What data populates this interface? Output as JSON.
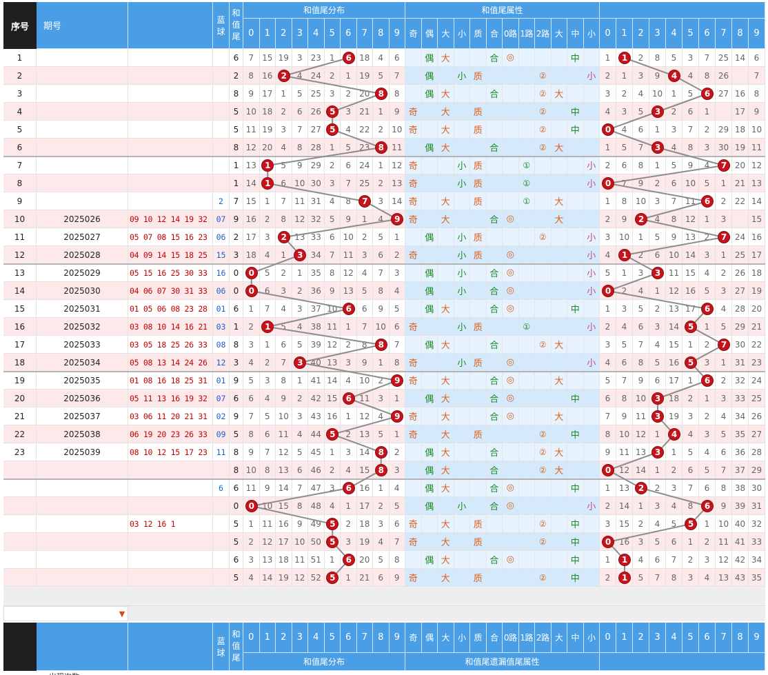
{
  "header": {
    "seq": "序号",
    "period": "期号",
    "blue": "蓝球",
    "sum_tail": "和值尾",
    "group_dist": "和值尾分布",
    "group_attr": "和值尾属性",
    "group_attr_bottom": "和值尾遗漏值尾属性",
    "digits": [
      "0",
      "1",
      "2",
      "3",
      "4",
      "5",
      "6",
      "7",
      "8",
      "9"
    ],
    "attr_labels": [
      "奇",
      "偶",
      "大",
      "小",
      "质",
      "合",
      "0路",
      "1路",
      "2路",
      "大",
      "中",
      "小"
    ]
  },
  "footer": {
    "stats_label": "出现次数"
  },
  "colors": {
    "header_blue": "#4a9ee6",
    "ball_red": "#c8121b",
    "row_pink": "#fde9ea",
    "attr_blue": "#dcefff"
  },
  "rows": [
    {
      "seq": "1",
      "period": "",
      "reds": "",
      "blue": "",
      "tail": 6,
      "dist": [
        "7",
        "15",
        "19",
        "3",
        "23",
        "1",
        "6",
        "18",
        "4",
        "6"
      ],
      "attr": [
        "",
        "偶",
        "大",
        "",
        "",
        "合",
        "◎",
        "",
        "",
        "",
        "中",
        ""
      ],
      "dist2": [
        "1",
        "1",
        "2",
        "8",
        "5",
        "3",
        "7",
        "25",
        "14",
        "6"
      ],
      "d2": 1
    },
    {
      "seq": "2",
      "period": "",
      "reds": "",
      "blue": "",
      "tail": 2,
      "dist": [
        "8",
        "16",
        "2",
        "4",
        "24",
        "2",
        "1",
        "19",
        "5",
        "7"
      ],
      "attr": [
        "",
        "偶",
        "",
        "小",
        "质",
        "",
        "",
        "",
        "②",
        "",
        "",
        "小"
      ],
      "dist2": [
        "2",
        "1",
        "3",
        "9",
        "4",
        "4",
        "8",
        "26",
        "",
        "7"
      ],
      "d2": 4
    },
    {
      "seq": "3",
      "period": "",
      "reds": "",
      "blue": "",
      "tail": 8,
      "dist": [
        "9",
        "17",
        "1",
        "5",
        "25",
        "3",
        "2",
        "20",
        "8",
        "8"
      ],
      "attr": [
        "",
        "偶",
        "大",
        "",
        "",
        "合",
        "",
        "",
        "②",
        "大",
        "",
        ""
      ],
      "dist2": [
        "3",
        "2",
        "4",
        "10",
        "1",
        "5",
        "6",
        "27",
        "16",
        "8"
      ],
      "d2": 6
    },
    {
      "seq": "4",
      "period": "",
      "reds": "",
      "blue": "",
      "tail": 5,
      "dist": [
        "10",
        "18",
        "2",
        "6",
        "26",
        "5",
        "3",
        "21",
        "1",
        "9"
      ],
      "attr": [
        "奇",
        "",
        "大",
        "",
        "质",
        "",
        "",
        "",
        "②",
        "",
        "中",
        ""
      ],
      "dist2": [
        "4",
        "3",
        "5",
        "3",
        "2",
        "6",
        "1",
        "",
        "17",
        "9"
      ],
      "d2": 3
    },
    {
      "seq": "5",
      "period": "",
      "reds": "",
      "blue": "",
      "tail": 5,
      "dist": [
        "11",
        "19",
        "3",
        "7",
        "27",
        "5",
        "4",
        "22",
        "2",
        "10"
      ],
      "attr": [
        "奇",
        "",
        "大",
        "",
        "质",
        "",
        "",
        "",
        "②",
        "",
        "中",
        ""
      ],
      "dist2": [
        "0",
        "4",
        "6",
        "1",
        "3",
        "7",
        "2",
        "29",
        "18",
        "10"
      ],
      "d2": 0
    },
    {
      "seq": "6",
      "period": "",
      "reds": "",
      "blue": "",
      "tail": 8,
      "dist": [
        "12",
        "20",
        "4",
        "8",
        "28",
        "1",
        "5",
        "23",
        "8",
        "11"
      ],
      "attr": [
        "",
        "偶",
        "大",
        "",
        "",
        "合",
        "",
        "",
        "②",
        "大",
        "",
        ""
      ],
      "dist2": [
        "1",
        "5",
        "7",
        "3",
        "4",
        "8",
        "3",
        "30",
        "19",
        "11"
      ],
      "d2": 3
    },
    {
      "seq": "7",
      "period": "",
      "reds": "",
      "blue": "",
      "tail": 1,
      "dist": [
        "13",
        "1",
        "5",
        "9",
        "29",
        "2",
        "6",
        "24",
        "1",
        "12"
      ],
      "attr": [
        "奇",
        "",
        "",
        "小",
        "质",
        "",
        "",
        "①",
        "",
        "",
        "",
        "小"
      ],
      "dist2": [
        "2",
        "6",
        "8",
        "1",
        "5",
        "9",
        "4",
        "7",
        "20",
        "12"
      ],
      "d2": 7
    },
    {
      "seq": "8",
      "period": "",
      "reds": "",
      "blue": "",
      "tail": 1,
      "dist": [
        "14",
        "1",
        "6",
        "10",
        "30",
        "3",
        "7",
        "25",
        "2",
        "13"
      ],
      "attr": [
        "奇",
        "",
        "",
        "小",
        "质",
        "",
        "",
        "①",
        "",
        "",
        "",
        "小"
      ],
      "dist2": [
        "0",
        "7",
        "9",
        "2",
        "6",
        "10",
        "5",
        "1",
        "21",
        "13"
      ],
      "d2": 0
    },
    {
      "seq": "9",
      "period": "",
      "reds": "",
      "blue": "2",
      "tail": 7,
      "dist": [
        "15",
        "1",
        "7",
        "11",
        "31",
        "4",
        "8",
        "7",
        "3",
        "14"
      ],
      "attr": [
        "奇",
        "",
        "大",
        "",
        "质",
        "",
        "",
        "①",
        "",
        "大",
        "",
        ""
      ],
      "dist2": [
        "1",
        "8",
        "10",
        "3",
        "7",
        "11",
        "6",
        "2",
        "22",
        "14"
      ],
      "d2": 6
    },
    {
      "seq": "10",
      "period": "2025026",
      "reds": "09 10 12 14 19 32",
      "blue": "07",
      "tail": 9,
      "dist": [
        "16",
        "2",
        "8",
        "12",
        "32",
        "5",
        "9",
        "1",
        "4",
        "9"
      ],
      "attr": [
        "奇",
        "",
        "大",
        "",
        "",
        "合",
        "◎",
        "",
        "",
        "大",
        "",
        ""
      ],
      "dist2": [
        "2",
        "9",
        "2",
        "4",
        "8",
        "12",
        "1",
        "3",
        "",
        "15"
      ],
      "d2": 2
    },
    {
      "seq": "11",
      "period": "2025027",
      "reds": "05 07 08 15 16 23",
      "blue": "06",
      "tail": 2,
      "dist": [
        "17",
        "3",
        "2",
        "13",
        "33",
        "6",
        "10",
        "2",
        "5",
        "1"
      ],
      "attr": [
        "",
        "偶",
        "",
        "小",
        "质",
        "",
        "",
        "",
        "②",
        "",
        "",
        "小"
      ],
      "dist2": [
        "3",
        "10",
        "1",
        "5",
        "9",
        "13",
        "2",
        "7",
        "24",
        "16"
      ],
      "d2": 7
    },
    {
      "seq": "12",
      "period": "2025028",
      "reds": "04 09 14 15 18 25",
      "blue": "15",
      "tail": 3,
      "dist": [
        "18",
        "4",
        "1",
        "3",
        "34",
        "7",
        "11",
        "3",
        "6",
        "2"
      ],
      "attr": [
        "奇",
        "",
        "",
        "小",
        "质",
        "",
        "◎",
        "",
        "",
        "",
        "",
        "小"
      ],
      "dist2": [
        "4",
        "1",
        "2",
        "6",
        "10",
        "14",
        "3",
        "1",
        "25",
        "17"
      ],
      "d2": 1
    },
    {
      "seq": "13",
      "period": "2025029",
      "reds": "05 15 16 25 30 33",
      "blue": "16",
      "tail": 0,
      "dist": [
        "0",
        "5",
        "2",
        "1",
        "35",
        "8",
        "12",
        "4",
        "7",
        "3"
      ],
      "attr": [
        "",
        "偶",
        "",
        "小",
        "",
        "合",
        "◎",
        "",
        "",
        "",
        "",
        "小"
      ],
      "dist2": [
        "5",
        "1",
        "3",
        "3",
        "11",
        "15",
        "4",
        "2",
        "26",
        "18"
      ],
      "d2": 3
    },
    {
      "seq": "14",
      "period": "2025030",
      "reds": "04 06 07 30 31 33",
      "blue": "06",
      "tail": 0,
      "dist": [
        "0",
        "6",
        "3",
        "2",
        "36",
        "9",
        "13",
        "5",
        "8",
        "4"
      ],
      "attr": [
        "",
        "偶",
        "",
        "小",
        "",
        "合",
        "◎",
        "",
        "",
        "",
        "",
        "小"
      ],
      "dist2": [
        "0",
        "2",
        "4",
        "1",
        "12",
        "16",
        "5",
        "3",
        "27",
        "19"
      ],
      "d2": 0
    },
    {
      "seq": "15",
      "period": "2025031",
      "reds": "01 05 06 08 23 28",
      "blue": "01",
      "tail": 6,
      "dist": [
        "1",
        "7",
        "4",
        "3",
        "37",
        "10",
        "6",
        "6",
        "9",
        "5"
      ],
      "attr": [
        "",
        "偶",
        "大",
        "",
        "",
        "合",
        "◎",
        "",
        "",
        "",
        "中",
        ""
      ],
      "dist2": [
        "1",
        "3",
        "5",
        "2",
        "13",
        "17",
        "6",
        "4",
        "28",
        "20"
      ],
      "d2": 6
    },
    {
      "seq": "16",
      "period": "2025032",
      "reds": "03 08 10 14 16 21",
      "blue": "03",
      "tail": 1,
      "dist": [
        "2",
        "1",
        "5",
        "4",
        "38",
        "11",
        "1",
        "7",
        "10",
        "6"
      ],
      "attr": [
        "奇",
        "",
        "",
        "小",
        "质",
        "",
        "",
        "①",
        "",
        "",
        "",
        "小"
      ],
      "dist2": [
        "2",
        "4",
        "6",
        "3",
        "14",
        "5",
        "1",
        "5",
        "29",
        "21"
      ],
      "d2": 5
    },
    {
      "seq": "17",
      "period": "2025033",
      "reds": "03 05 18 25 26 33",
      "blue": "08",
      "tail": 8,
      "dist": [
        "3",
        "1",
        "6",
        "5",
        "39",
        "12",
        "2",
        "8",
        "8",
        "7"
      ],
      "attr": [
        "",
        "偶",
        "大",
        "",
        "",
        "合",
        "",
        "",
        "②",
        "大",
        "",
        ""
      ],
      "dist2": [
        "3",
        "5",
        "7",
        "4",
        "15",
        "1",
        "2",
        "7",
        "30",
        "22"
      ],
      "d2": 7
    },
    {
      "seq": "18",
      "period": "2025034",
      "reds": "05 08 13 14 24 26",
      "blue": "12",
      "tail": 3,
      "dist": [
        "4",
        "2",
        "7",
        "3",
        "40",
        "13",
        "3",
        "9",
        "1",
        "8"
      ],
      "attr": [
        "奇",
        "",
        "",
        "小",
        "质",
        "",
        "◎",
        "",
        "",
        "",
        "",
        "小"
      ],
      "dist2": [
        "4",
        "6",
        "8",
        "5",
        "16",
        "5",
        "3",
        "1",
        "31",
        "23"
      ],
      "d2": 5
    },
    {
      "seq": "19",
      "period": "2025035",
      "reds": "01 08 16 18 25 31",
      "blue": "01",
      "tail": 9,
      "dist": [
        "5",
        "3",
        "8",
        "1",
        "41",
        "14",
        "4",
        "10",
        "2",
        "9"
      ],
      "attr": [
        "奇",
        "",
        "大",
        "",
        "",
        "合",
        "◎",
        "",
        "",
        "大",
        "",
        ""
      ],
      "dist2": [
        "5",
        "7",
        "9",
        "6",
        "17",
        "1",
        "6",
        "2",
        "32",
        "24"
      ],
      "d2": 6
    },
    {
      "seq": "20",
      "period": "2025036",
      "reds": "05 11 13 16 19 32",
      "blue": "07",
      "tail": 6,
      "dist": [
        "6",
        "4",
        "9",
        "2",
        "42",
        "15",
        "6",
        "11",
        "3",
        "1"
      ],
      "attr": [
        "",
        "偶",
        "大",
        "",
        "",
        "合",
        "◎",
        "",
        "",
        "",
        "中",
        ""
      ],
      "dist2": [
        "6",
        "8",
        "10",
        "3",
        "18",
        "2",
        "1",
        "3",
        "33",
        "25"
      ],
      "d2": 3
    },
    {
      "seq": "21",
      "period": "2025037",
      "reds": "03 06 11 20 21 31",
      "blue": "02",
      "tail": 9,
      "dist": [
        "7",
        "5",
        "10",
        "3",
        "43",
        "16",
        "1",
        "12",
        "4",
        "9"
      ],
      "attr": [
        "奇",
        "",
        "大",
        "",
        "",
        "合",
        "◎",
        "",
        "",
        "大",
        "",
        ""
      ],
      "dist2": [
        "7",
        "9",
        "11",
        "3",
        "19",
        "3",
        "2",
        "4",
        "34",
        "26"
      ],
      "d2": 3
    },
    {
      "seq": "22",
      "period": "2025038",
      "reds": "06 19 20 23 26 33",
      "blue": "09",
      "tail": 5,
      "dist": [
        "8",
        "6",
        "11",
        "4",
        "44",
        "5",
        "2",
        "13",
        "5",
        "1"
      ],
      "attr": [
        "奇",
        "",
        "大",
        "",
        "质",
        "",
        "",
        "",
        "②",
        "",
        "中",
        ""
      ],
      "dist2": [
        "8",
        "10",
        "12",
        "1",
        "4",
        "4",
        "3",
        "5",
        "35",
        "27"
      ],
      "d2": 4
    },
    {
      "seq": "23",
      "period": "2025039",
      "reds": "08 10 12 15 17 23",
      "blue": "11",
      "tail": 8,
      "dist": [
        "9",
        "7",
        "12",
        "5",
        "45",
        "1",
        "3",
        "14",
        "8",
        "2"
      ],
      "attr": [
        "",
        "偶",
        "大",
        "",
        "",
        "合",
        "",
        "",
        "②",
        "大",
        "",
        ""
      ],
      "dist2": [
        "9",
        "11",
        "13",
        "3",
        "1",
        "5",
        "4",
        "6",
        "36",
        "28"
      ],
      "d2": 3
    },
    {
      "seq": "",
      "period": "",
      "reds": "",
      "blue": "",
      "tail": 8,
      "dist": [
        "10",
        "8",
        "13",
        "6",
        "46",
        "2",
        "4",
        "15",
        "8",
        "3"
      ],
      "attr": [
        "",
        "偶",
        "大",
        "",
        "",
        "合",
        "",
        "",
        "②",
        "大",
        "",
        ""
      ],
      "dist2": [
        "0",
        "12",
        "14",
        "1",
        "2",
        "6",
        "5",
        "7",
        "37",
        "29"
      ],
      "d2": 0
    },
    {
      "seq": "",
      "period": "",
      "reds": "",
      "blue": "6",
      "tail": 6,
      "dist": [
        "11",
        "9",
        "14",
        "7",
        "47",
        "3",
        "6",
        "16",
        "1",
        "4"
      ],
      "attr": [
        "",
        "偶",
        "大",
        "",
        "",
        "合",
        "◎",
        "",
        "",
        "",
        "中",
        ""
      ],
      "dist2": [
        "1",
        "13",
        "2",
        "2",
        "3",
        "7",
        "6",
        "8",
        "38",
        "30"
      ],
      "d2": 2
    },
    {
      "seq": "",
      "period": "",
      "reds": "",
      "blue": "",
      "tail": 0,
      "dist": [
        "0",
        "10",
        "15",
        "8",
        "48",
        "4",
        "1",
        "17",
        "2",
        "5"
      ],
      "attr": [
        "",
        "偶",
        "",
        "小",
        "",
        "合",
        "◎",
        "",
        "",
        "",
        "",
        "小"
      ],
      "dist2": [
        "2",
        "14",
        "1",
        "3",
        "4",
        "8",
        "6",
        "9",
        "39",
        "31"
      ],
      "d2": 6
    },
    {
      "seq": "",
      "period": "",
      "reds": "03 12 16 1",
      "blue": "",
      "tail": 5,
      "dist": [
        "1",
        "11",
        "16",
        "9",
        "49",
        "5",
        "2",
        "18",
        "3",
        "6"
      ],
      "attr": [
        "奇",
        "",
        "大",
        "",
        "质",
        "",
        "",
        "",
        "②",
        "",
        "中",
        ""
      ],
      "dist2": [
        "3",
        "15",
        "2",
        "4",
        "5",
        "5",
        "1",
        "10",
        "40",
        "32"
      ],
      "d2": 5
    },
    {
      "seq": "",
      "period": "",
      "reds": "",
      "blue": "",
      "tail": 5,
      "dist": [
        "2",
        "12",
        "17",
        "10",
        "50",
        "5",
        "3",
        "19",
        "4",
        "7"
      ],
      "attr": [
        "奇",
        "",
        "大",
        "",
        "质",
        "",
        "",
        "",
        "②",
        "",
        "中",
        ""
      ],
      "dist2": [
        "0",
        "16",
        "3",
        "5",
        "6",
        "1",
        "2",
        "11",
        "41",
        "33"
      ],
      "d2": 0
    },
    {
      "seq": "",
      "period": "",
      "reds": "",
      "blue": "",
      "tail": 6,
      "dist": [
        "3",
        "13",
        "18",
        "11",
        "51",
        "1",
        "6",
        "20",
        "5",
        "8"
      ],
      "attr": [
        "",
        "偶",
        "大",
        "",
        "",
        "合",
        "◎",
        "",
        "",
        "",
        "中",
        ""
      ],
      "dist2": [
        "1",
        "1",
        "4",
        "6",
        "7",
        "2",
        "3",
        "12",
        "42",
        "34"
      ],
      "d2": 1
    },
    {
      "seq": "",
      "period": "",
      "reds": "",
      "blue": "",
      "tail": 5,
      "dist": [
        "4",
        "14",
        "19",
        "12",
        "52",
        "5",
        "1",
        "21",
        "6",
        "9"
      ],
      "attr": [
        "奇",
        "",
        "大",
        "",
        "质",
        "",
        "",
        "",
        "②",
        "",
        "中",
        ""
      ],
      "dist2": [
        "2",
        "1",
        "5",
        "7",
        "8",
        "3",
        "4",
        "13",
        "43",
        "35"
      ],
      "d2": 1
    }
  ]
}
